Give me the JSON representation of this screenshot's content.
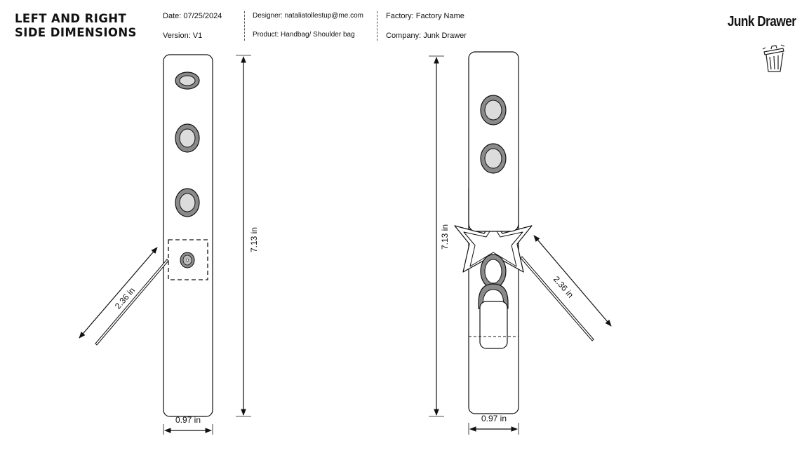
{
  "header": {
    "title_lines": [
      "LEFT AND RIGHT",
      "SIDE DIMENSIONS"
    ],
    "date": "Date: 07/25/2024",
    "version": "Version: V1",
    "designer": "Designer: nataliatollestup@me.com",
    "product": "Product: Handbag/ Shoulder bag",
    "factory": "Factory: Factory Name",
    "company": "Company: Junk Drawer"
  },
  "brand": {
    "name": "Junk Drawer",
    "icon": "trash-bin-icon"
  },
  "left_view": {
    "height_label": "7.13 in",
    "width_label": "0.97 in",
    "diagonal_label": "2.36 in"
  },
  "right_view": {
    "height_label": "7.13 in",
    "width_label": "0.97 in",
    "diagonal_label": "2.36 in"
  },
  "colors": {
    "line": "#111111",
    "grommet_outer": "#8a8a8a",
    "grommet_inner": "#dcdcdc",
    "background": "#ffffff"
  }
}
